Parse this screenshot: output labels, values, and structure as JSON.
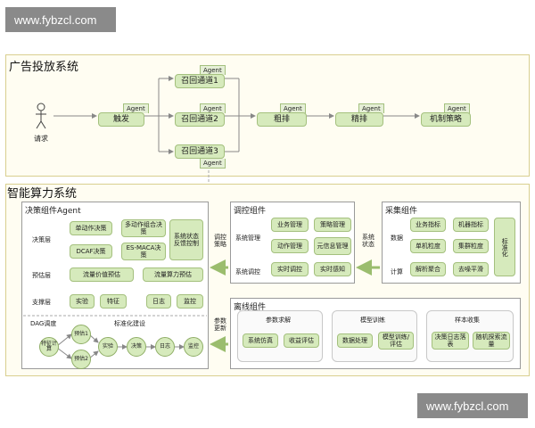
{
  "watermark": "www.fybzcl.com",
  "ad_system": {
    "title": "广告投放系统",
    "user_label": "请求",
    "agent_tag": "Agent",
    "trigger": "触发",
    "recall1": "召回通道1",
    "recall2": "召回通道2",
    "recall3": "召回通道3",
    "coarse": "粗排",
    "fine": "精排",
    "mechanism": "机制策略"
  },
  "compute_system": {
    "title": "智能算力系统",
    "decision": {
      "title": "决策组件Agent",
      "layer_decision": "决策层",
      "layer_estimate": "预估层",
      "layer_support": "支撑层",
      "single_action": "单动作决策",
      "multi_action": "多动作组合决策",
      "dcaf": "DCAF决策",
      "es_maca": "ES-MACA决策",
      "state_feedback": "系统状态反馈控制",
      "traffic_value": "流量价值预估",
      "traffic_compute": "流量算力预估",
      "experiment": "实验",
      "feature": "特征",
      "log": "日志",
      "monitor": "监控",
      "dag": "DAG调度",
      "standard": "标准化建设",
      "feature_calc": "特征计算",
      "estimate1": "预估1",
      "estimate2": "预估2",
      "dag_experiment": "实验",
      "dag_decision": "决策",
      "dag_log": "日志",
      "dag_monitor": "监控"
    },
    "tuning": {
      "title": "调控组件",
      "system_mgmt": "系统管理",
      "system_tuning": "系统调控",
      "biz_mgmt": "业务管理",
      "strategy_mgmt": "策略管理",
      "action_mgmt": "动作管理",
      "meta_mgmt": "元信息管理",
      "rt_tuning": "实时调控",
      "rt_sensing": "实时感知"
    },
    "collect": {
      "title": "采集组件",
      "data": "数据",
      "compute": "计算",
      "biz_metric": "业务指标",
      "machine_metric": "机器指标",
      "single_gran": "单机粒度",
      "cluster_gran": "集群粒度",
      "parse_agg": "解析聚合",
      "denoise": "去噪平滑",
      "standardize": "标准化"
    },
    "offline": {
      "title": "离线组件",
      "param_solve": "参数求解",
      "sys_sim": "系统仿真",
      "gain_eval": "收益评估",
      "model_train": "模型训练",
      "data_proc": "数据处理",
      "model_train_eval": "模型训练/评估",
      "sample_collect": "样本收集",
      "decision_log": "决策日志落表",
      "random_explore": "随机探索流量"
    },
    "arrows": {
      "tuning_strategy": "调控策略",
      "system_state": "系统状态",
      "param_update": "参数更新"
    }
  }
}
